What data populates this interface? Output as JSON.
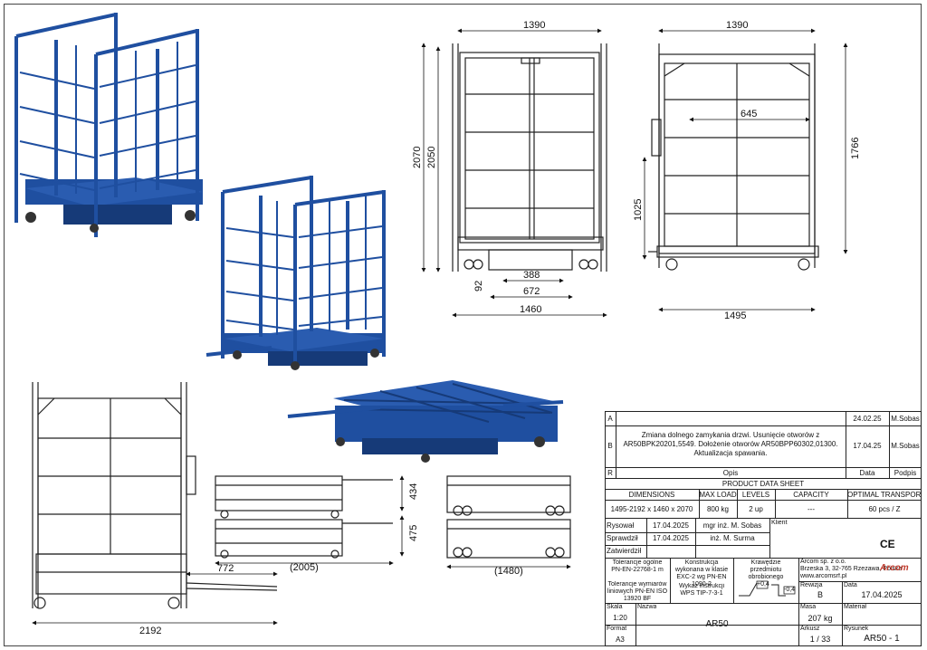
{
  "dimensions_labels": {
    "front_width_top": "1390",
    "front_height_outer": "2070",
    "front_height_inner": "2050",
    "front_d388": "388",
    "front_d92": "92",
    "front_d672": "672",
    "front_width_bottom": "1460",
    "side_width_top": "1390",
    "side_d645": "645",
    "side_d1766": "1766",
    "side_d1025": "1025",
    "side_width_bottom": "1495",
    "big_d772": "772",
    "big_width_bottom": "2192",
    "stack_d434": "434",
    "stack_d475": "475",
    "stack_d2005": "(2005)",
    "stack_d1480": "(1480)"
  },
  "revisions": {
    "rows": [
      {
        "letter": "A",
        "desc": "",
        "date": "24.02.25",
        "sign": "M.Sobas"
      },
      {
        "letter": "B",
        "desc": "Zmiana dolnego zamykania drzwi. Usunięcie otworów z AR50BPK20201,5549. Dołożenie otworów AR50BPP60302,01300. Aktualizacja spawania.",
        "date": "17.04.25",
        "sign": "M.Sobas"
      }
    ],
    "header": {
      "letter": "R",
      "desc": "Opis",
      "date": "Data",
      "sign": "Podpis"
    }
  },
  "product_sheet": {
    "title": "PRODUCT DATA SHEET",
    "headers": [
      "DIMENSIONS",
      "MAX LOAD",
      "LEVELS",
      "CAPACITY",
      "OPTIMAL TRANSPORT"
    ],
    "values": [
      "1495-2192 x 1460 x 2070",
      "800 kg",
      "2 up",
      "---",
      "60 pcs / Z"
    ]
  },
  "signatures": {
    "drawn_label": "Rysował",
    "drawn_date": "17.04.2025",
    "drawn_name": "mgr inż. M. Sobas",
    "checked_label": "Sprawdził",
    "checked_date": "17.04.2025",
    "checked_name": "inż. M. Surma",
    "approved_label": "Zatwierdził",
    "client_label": "Klient"
  },
  "specs": {
    "tolerance_general": "Tolerancje ogólne PN-EN-22768-1 m",
    "tolerance_welded": "Tolerancje wymiarów liniowych PN-EN ISO 13920 BF",
    "construction_class": "Konstrukcja wykonana w klasie EXC-2 wg PN-EN 1090-2",
    "wps": "Wykaz instrukcji WPS TIP-7-3-1",
    "edges": "Krawędzie przedmiotu obrobionego",
    "rough1": "+0,4",
    "rough2": "-0,4",
    "company": "Arcom sp. z o.o.",
    "address": "Brzeska 3, 32-765 Rzezawa, Polska",
    "website": "www.arcomsrf.pl",
    "brand": "Arcom",
    "ce": "CE"
  },
  "meta": {
    "revision_label": "Rewizja",
    "revision_value": "B",
    "date_label": "Data",
    "date_value": "17.04.2025",
    "mass_label": "Masa",
    "mass_value": "207 kg",
    "material_label": "Materiał",
    "scale_label": "Skala",
    "scale_value": "1:20",
    "name_label": "Nazwa",
    "name_value": "AR50",
    "format_label": "Format",
    "format_value": "A3",
    "sheet_label": "Arkusz",
    "sheet_value": "1 / 33",
    "drawing_label": "Rysunek",
    "drawing_value": "AR50 - 1"
  },
  "colors": {
    "product_blue": "#1f4fa0",
    "product_dark": "#163a78",
    "line": "#222222"
  }
}
